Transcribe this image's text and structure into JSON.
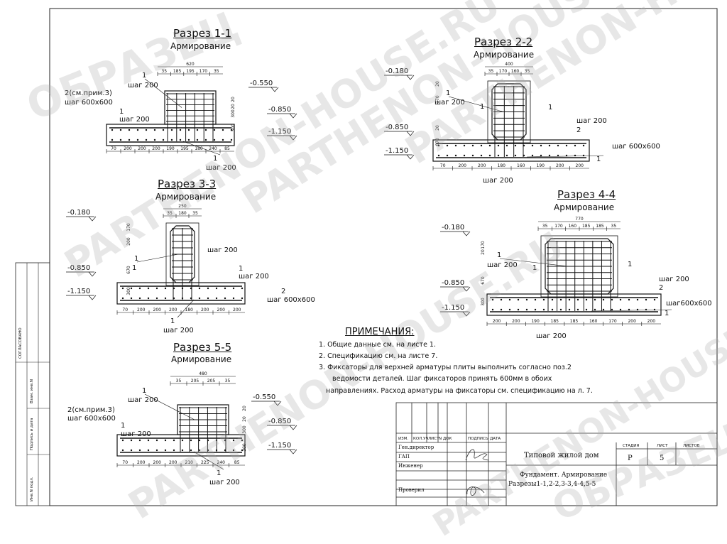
{
  "watermarks": {
    "obrazec": "ОБРАЗЕЦ",
    "site": "PARTHENON-HOUSE.RU"
  },
  "sections": [
    {
      "title": "Разрез 1-1",
      "subtitle": "Армирование",
      "dims_top": [
        "620",
        "35",
        "185",
        "195",
        "170",
        "35"
      ],
      "dims_bottom": [
        "70",
        "200",
        "200",
        "200",
        "190",
        "195",
        "180",
        "240",
        "85"
      ],
      "elevations": [
        "-0.550",
        "-0.850",
        "-1.150"
      ],
      "side_dims": [
        "20",
        "20",
        "300",
        "300"
      ],
      "labels": [
        "1",
        "шаг 200",
        "2(см.прим.3)",
        "шаг 600х600",
        "1",
        "шаг 200",
        "1",
        "шаг 200"
      ]
    },
    {
      "title": "Разрез 2-2",
      "subtitle": "Армирование",
      "dims_top": [
        "400",
        "35",
        "170",
        "160",
        "35"
      ],
      "dims_bottom": [
        "70",
        "200",
        "200",
        "180",
        "160",
        "190",
        "200",
        "200"
      ],
      "elevations": [
        "-0.180",
        "-0.850",
        "-1.150"
      ],
      "side_dims": [
        "20",
        "170",
        "20",
        "670",
        "300"
      ],
      "labels": [
        "1",
        "шаг 200",
        "1",
        "1",
        "шаг 200",
        "2",
        "шаг 600х600",
        "1",
        "шаг 200"
      ]
    },
    {
      "title": "Разрез 3-3",
      "subtitle": "Армирование",
      "dims_top": [
        "250",
        "35",
        "180",
        "35"
      ],
      "dims_bottom": [
        "70",
        "200",
        "200",
        "200",
        "180",
        "200",
        "200",
        "200"
      ],
      "elevations": [
        "-0.180",
        "-0.850",
        "-1.150"
      ],
      "side_dims": [
        "170",
        "200",
        "670",
        "300"
      ],
      "labels": [
        "1",
        "1",
        "шаг 200",
        "1",
        "шаг 200",
        "2",
        "шаг 600х600",
        "1",
        "шаг 200"
      ]
    },
    {
      "title": "Разрез 4-4",
      "subtitle": "Армирование",
      "dims_top": [
        "770",
        "35",
        "170",
        "160",
        "185",
        "185",
        "35"
      ],
      "dims_bottom": [
        "200",
        "200",
        "190",
        "185",
        "185",
        "160",
        "170",
        "200",
        "200"
      ],
      "elevations": [
        "-0.180",
        "-0.850",
        "-1.150"
      ],
      "side_dims": [
        "170",
        "20",
        "670",
        "300"
      ],
      "labels": [
        "1",
        "шаг 200",
        "1",
        "1",
        "шаг 200",
        "2",
        "шаг600х600",
        "1",
        "шаг 200"
      ]
    },
    {
      "title": "Разрез 5-5",
      "subtitle": "Армирование",
      "dims_top": [
        "480",
        "35",
        "205",
        "205",
        "35"
      ],
      "dims_bottom": [
        "70",
        "200",
        "200",
        "200",
        "210",
        "225",
        "240",
        "85"
      ],
      "elevations": [
        "-0.550",
        "-0.850",
        "-1.150"
      ],
      "side_dims": [
        "20",
        "20",
        "300",
        "300"
      ],
      "labels": [
        "1",
        "шаг 200",
        "2(см.прим.3)",
        "шаг 600х600",
        "1",
        "шаг 200",
        "1",
        "шаг 200"
      ]
    }
  ],
  "notes": {
    "heading": "ПРИМЕЧАНИЯ:",
    "items": [
      "1. Общие данные см. на листе 1.",
      "2. Спецификацию см. на листе 7.",
      "3. Фиксаторы для верхней арматуры плиты выполнить согласно поз.2",
      "ведомости деталей. Шаг фиксаторов принять 600мм в обоих",
      "направлениях. Расход арматуры на фиксаторы см. спецификацию на л. 7."
    ]
  },
  "stamp": {
    "header_cols": [
      "ИЗМ.",
      "КОЛ.УЧ",
      "ЛИСТ",
      "N ДОК",
      "ПОДПИСЬ",
      "ДАТА"
    ],
    "roles": [
      "Ген.директор",
      "ГАП",
      "Инженер",
      "Проверил"
    ],
    "project": "Типовой жилой дом",
    "sheet_title": "Фундамент. Армирование",
    "sheet_subtitle": "Разрезы1-1,2-2,3-3,4-4,5-5",
    "stage_label": "СТАДИЯ",
    "stage": "Р",
    "sheet_label": "ЛИСТ",
    "sheet_no": "5",
    "sheets_label": "ЛИСТОВ",
    "sheets_total": ""
  },
  "side_panel": {
    "agreed": "СОГЛАСОВАНО",
    "inv_orig": "Взам. инв.N",
    "sign_date": "Подпись и дата",
    "inv_podl": "Инв.N подл."
  }
}
